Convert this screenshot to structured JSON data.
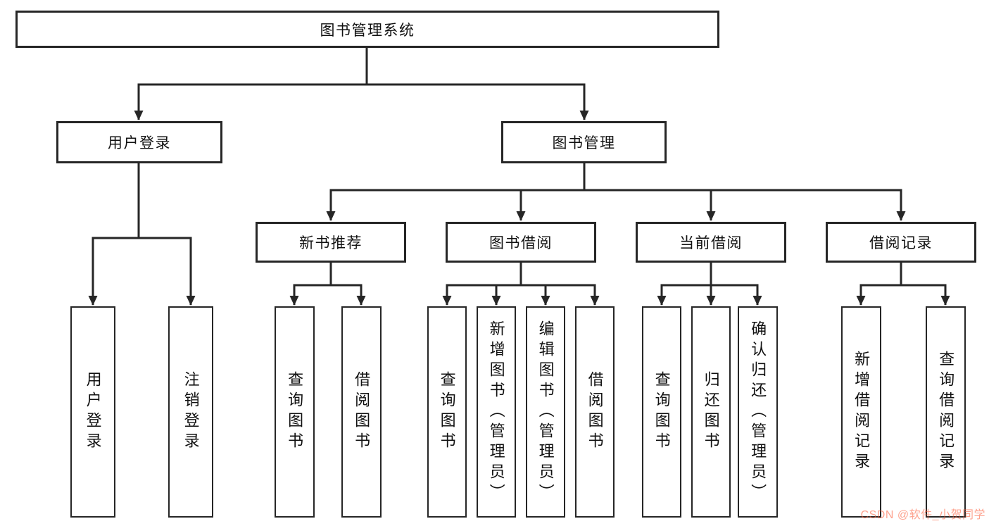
{
  "tree": {
    "label": "图书管理系统",
    "children": [
      {
        "label": "用户登录",
        "children": [
          {
            "label": "用户登录"
          },
          {
            "label": "注销登录"
          }
        ]
      },
      {
        "label": "图书管理",
        "children": [
          {
            "label": "新书推荐",
            "children": [
              {
                "label": "查询图书"
              },
              {
                "label": "借阅图书"
              }
            ]
          },
          {
            "label": "图书借阅",
            "children": [
              {
                "label": "查询图书"
              },
              {
                "label": "新增图书（管理员）"
              },
              {
                "label": "编辑图书（管理员）"
              },
              {
                "label": "借阅图书"
              }
            ]
          },
          {
            "label": "当前借阅",
            "children": [
              {
                "label": "查询图书"
              },
              {
                "label": "归还图书"
              },
              {
                "label": "确认归还（管理员）"
              }
            ]
          },
          {
            "label": "借阅记录",
            "children": [
              {
                "label": "新增借阅记录"
              },
              {
                "label": "查询借阅记录"
              }
            ]
          }
        ]
      }
    ]
  },
  "watermark": {
    "text": "CSDN @软件_小贺同学",
    "color": "#FC5531"
  },
  "line_color": "#262626"
}
